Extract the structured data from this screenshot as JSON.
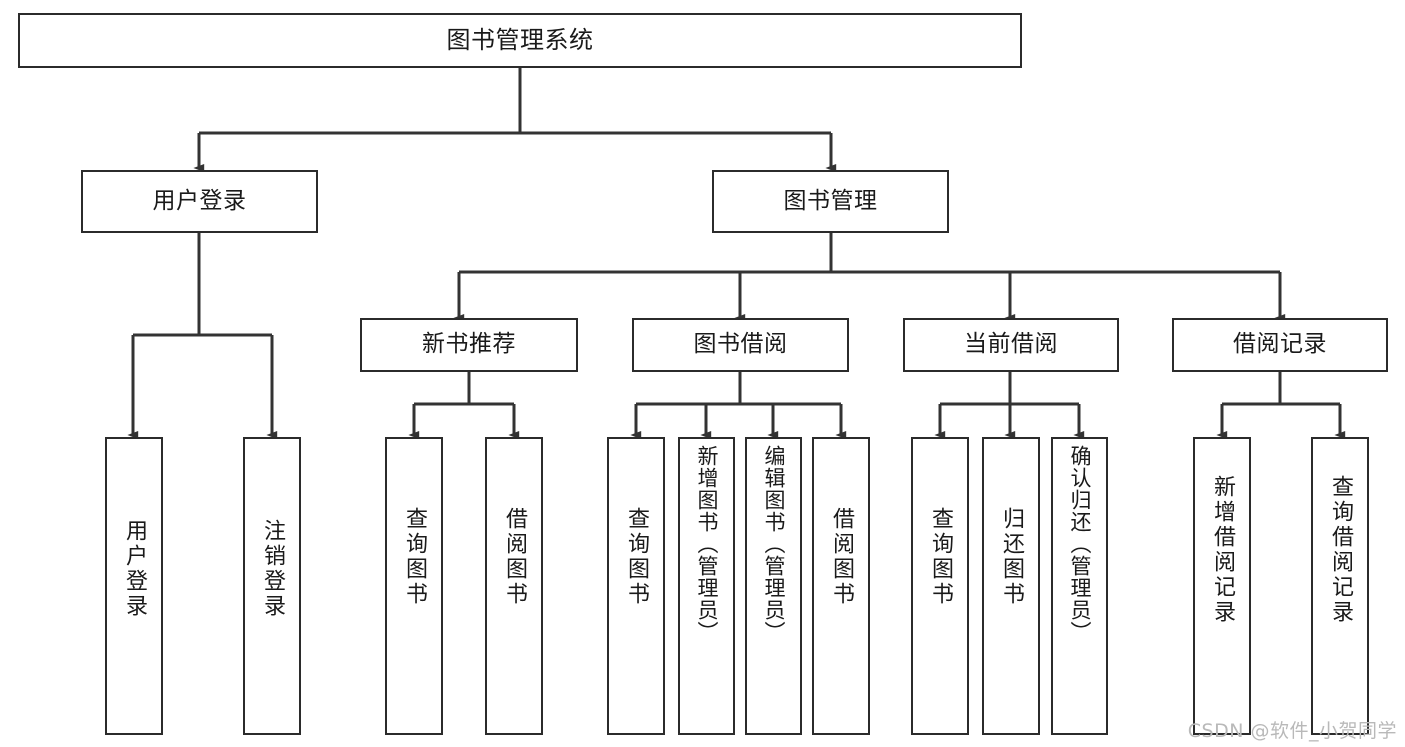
{
  "diagram": {
    "title": "图书管理系统",
    "type": "功能结构图",
    "watermark": "CSDN @软件_小贺同学",
    "colors": {
      "box_border": "#2b2b2b",
      "box_fill": "#ffffff",
      "connector": "#333333",
      "text": "#1a1a1a",
      "watermark": "#b9b9b9",
      "background": "#ffffff"
    },
    "nodes": {
      "root": {
        "label": "图书管理系统"
      },
      "level2": [
        {
          "id": "user-login",
          "label": "用户登录"
        },
        {
          "id": "book-manage",
          "label": "图书管理"
        }
      ],
      "level3": [
        {
          "id": "new-book-recommend",
          "label": "新书推荐"
        },
        {
          "id": "book-borrow",
          "label": "图书借阅"
        },
        {
          "id": "current-borrow",
          "label": "当前借阅"
        },
        {
          "id": "borrow-record",
          "label": "借阅记录"
        }
      ],
      "leaves": {
        "user-login": [
          {
            "id": "leaf-user-login",
            "label": "用户登录"
          },
          {
            "id": "leaf-logout-login",
            "label": "注销登录"
          }
        ],
        "new-book-recommend": [
          {
            "id": "leaf-query-book-1",
            "label": "查询图书"
          },
          {
            "id": "leaf-borrow-book-1",
            "label": "借阅图书"
          }
        ],
        "book-borrow": [
          {
            "id": "leaf-query-book-2",
            "label": "查询图书"
          },
          {
            "id": "leaf-add-book",
            "label": "新增图书（管理员）"
          },
          {
            "id": "leaf-edit-book",
            "label": "编辑图书（管理员）"
          },
          {
            "id": "leaf-borrow-book-2",
            "label": "借阅图书"
          }
        ],
        "current-borrow": [
          {
            "id": "leaf-query-book-3",
            "label": "查询图书"
          },
          {
            "id": "leaf-return-book",
            "label": "归还图书"
          },
          {
            "id": "leaf-confirm-return",
            "label": "确认归还（管理员）"
          }
        ],
        "borrow-record": [
          {
            "id": "leaf-add-record",
            "label": "新增借阅记录"
          },
          {
            "id": "leaf-query-record",
            "label": "查询借阅记录"
          }
        ]
      }
    }
  }
}
